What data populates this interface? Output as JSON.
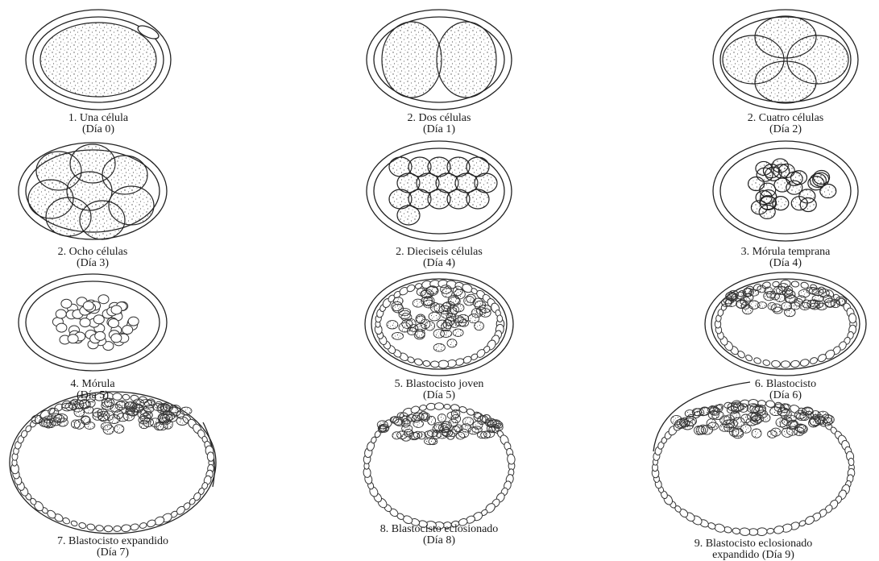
{
  "stages": [
    {
      "id": "one-cell",
      "title": "1. Una célula",
      "day": "(Día 0)"
    },
    {
      "id": "two-cell",
      "title": "2. Dos células",
      "day": "(Día 1)"
    },
    {
      "id": "four-cell",
      "title": "2. Cuatro células",
      "day": "(Día 2)"
    },
    {
      "id": "eight-cell",
      "title": "2. Ocho células",
      "day": "(Día 3)"
    },
    {
      "id": "sixteen-cell",
      "title": "2. Dieciseis células",
      "day": "(Día 4)"
    },
    {
      "id": "early-morula",
      "title": "3. Mórula temprana",
      "day": "(Día 4)"
    },
    {
      "id": "morula",
      "title": "4. Mórula",
      "day": "(Día 5)"
    },
    {
      "id": "young-blastocyst",
      "title": "5. Blastocisto joven",
      "day": "(Día 5)"
    },
    {
      "id": "blastocyst",
      "title": "6. Blastocisto",
      "day": "(Día 6)"
    },
    {
      "id": "expanded-blastocyst",
      "title": "7. Blastocisto expandido",
      "day": "(Día 7)"
    },
    {
      "id": "hatched-blastocyst",
      "title": "8. Blastocisto eclosionado",
      "day": "(Día 8)"
    },
    {
      "id": "expanded-hatched-blastocyst",
      "title": "9. Blastocisto eclosionado",
      "day": "expandido (Día 9)"
    }
  ]
}
